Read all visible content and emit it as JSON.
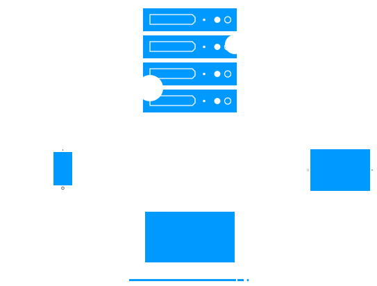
{
  "colors": {
    "primary": "#0099ff",
    "background": "#ffffff",
    "stroke": "#ffffff",
    "outline": "#555555"
  },
  "diagram": {
    "server": {
      "icon": "server-rack-icon",
      "units": 4,
      "cloud_bubbles": 2
    },
    "devices": [
      {
        "id": "mobile",
        "icon": "smartphone-icon"
      },
      {
        "id": "tablet",
        "icon": "tablet-icon"
      },
      {
        "id": "laptop",
        "icon": "laptop-icon"
      }
    ]
  }
}
